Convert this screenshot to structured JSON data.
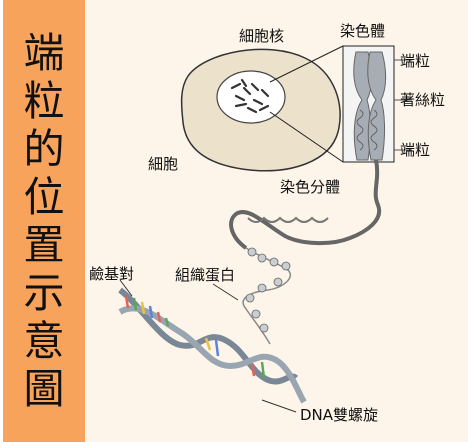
{
  "title_chars": [
    "端",
    "粒",
    "的",
    "位",
    "置",
    "示",
    "意",
    "圖"
  ],
  "labels": {
    "nucleus": "細胞核",
    "chromosome": "染色體",
    "telomere_top": "端粒",
    "telomere_bottom": "端粒",
    "gene_sequence": "著絲粒",
    "cell": "細胞",
    "chromatid": "染色分體",
    "bases": "鹼基對",
    "histone": "組織蛋白",
    "dna": "DNA雙螺旋"
  },
  "colors": {
    "sidebar": "#f7a35c",
    "panel": "#fdf5ea",
    "cell_fill": "#ece2cc",
    "chromosome_fill": "#a7adb4"
  }
}
